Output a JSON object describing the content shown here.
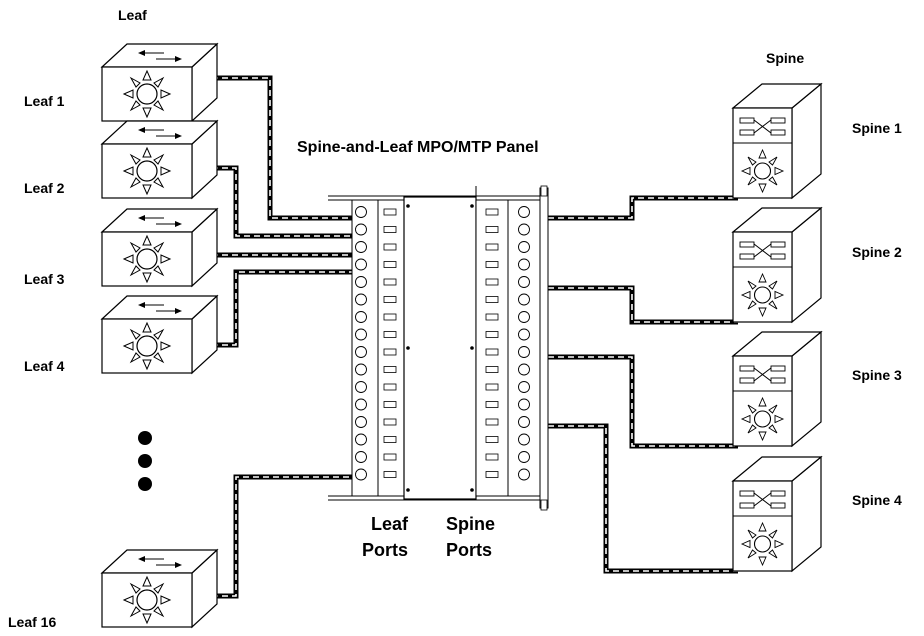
{
  "title": "Spine-and-Leaf MPO/MTP Panel",
  "group_labels": {
    "leaf": "Leaf",
    "spine": "Spine"
  },
  "leaves": [
    {
      "id": "leaf-1",
      "label": "Leaf 1"
    },
    {
      "id": "leaf-2",
      "label": "Leaf 2"
    },
    {
      "id": "leaf-3",
      "label": "Leaf 3"
    },
    {
      "id": "leaf-4",
      "label": "Leaf 4"
    },
    {
      "id": "leaf-16",
      "label": "Leaf 16"
    }
  ],
  "spines": [
    {
      "id": "spine-1",
      "label": "Spine 1"
    },
    {
      "id": "spine-2",
      "label": "Spine 2"
    },
    {
      "id": "spine-3",
      "label": "Spine 3"
    },
    {
      "id": "spine-4",
      "label": "Spine 4"
    }
  ],
  "panel": {
    "leaf_ports_line1": "Leaf",
    "leaf_ports_line2": "Ports",
    "spine_ports_line1": "Spine",
    "spine_ports_line2": "Ports"
  },
  "ellipsis_dots": 3,
  "colors": {
    "line": "#000000",
    "background": "#ffffff"
  }
}
